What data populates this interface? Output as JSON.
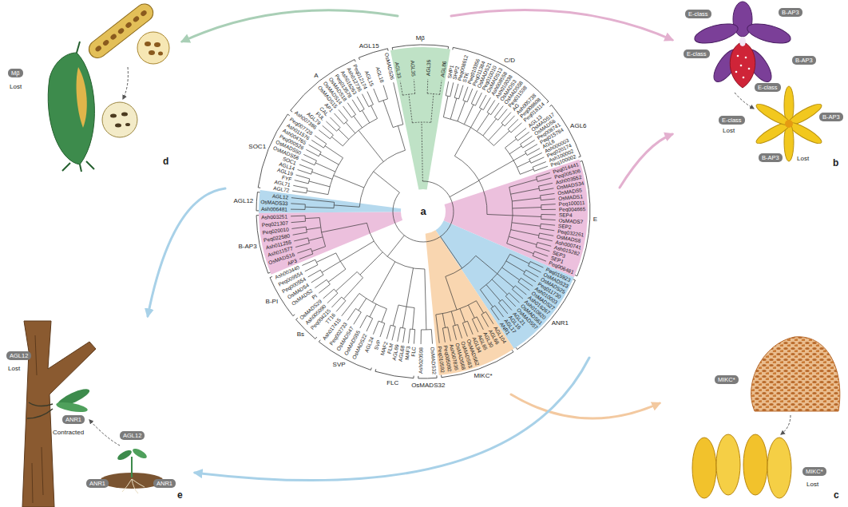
{
  "diagram": {
    "nodes": [
      {
        "text": [
          "d"
        ]
      },
      {
        "text": [
          "Mβ"
        ],
        "in": 0
      },
      {
        "text": [
          "b"
        ]
      },
      {
        "text": [
          "E-class"
        ],
        "in": 2
      },
      {
        "text": [
          "B-AP3"
        ],
        "in": 2
      },
      {
        "text": [
          "E-class"
        ],
        "in": 2
      },
      {
        "text": [
          "B-AP3"
        ],
        "in": 2
      },
      {
        "text": [
          "E-class"
        ],
        "in": 2
      },
      {
        "text": [
          "E-class"
        ],
        "in": 2
      },
      {
        "text": [
          "B-AP3"
        ],
        "in": 2
      },
      {
        "text": [
          "B-AP3"
        ],
        "in": 2
      },
      {
        "text": [
          "e"
        ]
      },
      {
        "text": [
          "AGL12"
        ],
        "in": 11
      },
      {
        "text": [
          "ANR1"
        ],
        "in": 11
      },
      {
        "text": [
          "AGL12"
        ],
        "in": 11
      },
      {
        "text": [
          "ANR1"
        ],
        "in": 11
      },
      {
        "text": [
          "ANR1"
        ],
        "in": 11
      },
      {
        "text": [
          "c"
        ]
      },
      {
        "text": [
          "MIKC*"
        ],
        "in": 17
      },
      {
        "text": [
          "MIKC*"
        ],
        "in": 17
      }
    ],
    "labels": [
      "a",
      "Mβ",
      "AGL33",
      "AGL35",
      "AGL36",
      "AGL86",
      "C/D",
      "SHP1",
      "SHP2",
      "Peq008612",
      "STK",
      "Peq010356",
      "Peq011384",
      "OsMADS21",
      "Peq010010",
      "OsMADS13",
      "Ash008558",
      "Ash010038",
      "OsMADS3",
      "OsMADS58",
      "Peq011598",
      "AG",
      "Ash005738",
      "Peq008608",
      "Peq018114",
      "AGL6",
      "AGL13",
      "OsMADS17",
      "OsMADS6",
      "Peq008741",
      "Peq015784",
      "AGL6",
      "Ash000003",
      "Peq020174",
      "Ash100002",
      "Peq100002",
      "E",
      "Peq014441",
      "Peq005306",
      "Ash003552",
      "OsMADS34",
      "OsMADS5",
      "OsMADS1",
      "Peq100011",
      "Peq004665",
      "SEP4",
      "OsMADS7",
      "SEP2",
      "Peq032261",
      "OsMADS8",
      "Ash000741",
      "Ash015282",
      "SEP3",
      "SEP1",
      "Peq006481",
      "ANR1",
      "Peq015923",
      "OsMADS23",
      "OsMADS25",
      "Peq011730",
      "Ash010003",
      "OsMADS27",
      "Ash016267",
      "Ash010820",
      "OsMADS61",
      "OsMADS57",
      "AGL21",
      "AGL16",
      "AGL17",
      "ANR1",
      "MIKC*",
      "AGL104",
      "AGL66",
      "AGL30",
      "AGL65",
      "AGL94",
      "OsMADS62",
      "OsMADS63",
      "OsMADS68",
      "Ash007836",
      "Peq005092",
      "Peq010592",
      "OsMADS32",
      "OsMADS32",
      "Ash020508",
      "FLC",
      "FLC",
      "MAF3",
      "AGL68",
      "AGL69",
      "FLM",
      "MAF2",
      "SVP",
      "SVP",
      "AGL24",
      "OsMADS22",
      "OsMADS55",
      "OsMADS47",
      "Peq002733",
      "Ash017415",
      "Bs",
      "TT16",
      "Peq004215",
      "Ash005090",
      "OsMADS29",
      "B-PI",
      "PI",
      "OsMADS2",
      "OsMADS4",
      "Peq000554",
      "Peq009554",
      "Ash003440",
      "B-AP3",
      "AP3",
      "OsMADS16",
      "Ash011577",
      "Ash011255",
      "Peq022580",
      "Peq020010",
      "Peq021307",
      "Ash003251",
      "AGL12",
      "Ash006481",
      "OsMADS33",
      "AGL12",
      "SOC1",
      "AGL72",
      "AGL71",
      "FYF",
      "AGL19",
      "AGL14",
      "SOC1",
      "OsMADS56",
      "OsMADS50",
      "Peq000526",
      "Ash004765",
      "Ash011576",
      "Peq007728",
      "A",
      "Ash007386",
      "AGL79",
      "FUL",
      "CAL",
      "AP1",
      "OsMADS15",
      "OsMADS14",
      "OsMADS18",
      "Peq013578",
      "Ash016263",
      "Ash012736",
      "Peq012174",
      "AGL15",
      "AGL15",
      "AGL18",
      "OsMADS26",
      "Lost",
      "Lost",
      "Lost",
      "Lost",
      "Contracted",
      "Lost"
    ]
  }
}
